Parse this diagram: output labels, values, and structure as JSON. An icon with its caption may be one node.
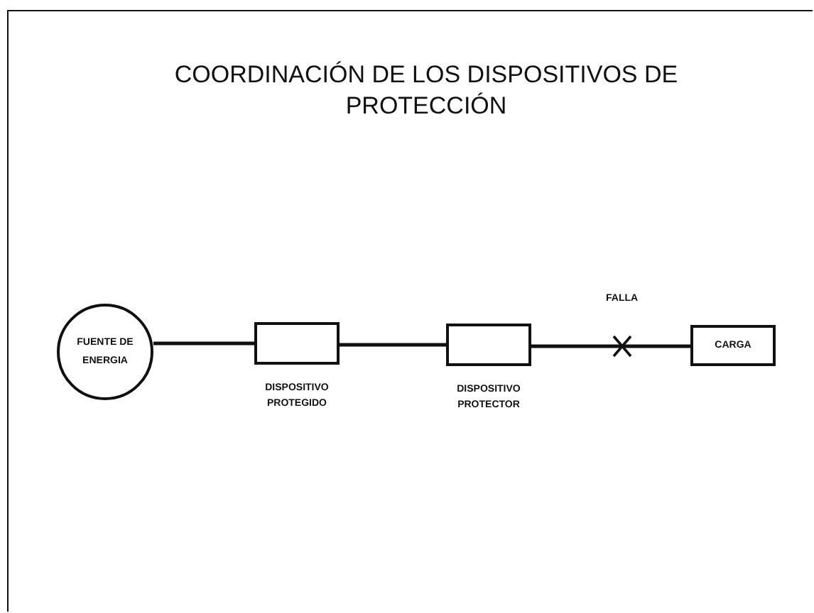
{
  "diagram": {
    "title": "COORDINACIÓN DE LOS DISPOSITIVOS DE PROTECCIÓN",
    "nodes": [
      {
        "text": [
          "FUENTE DE ENERGIA"
        ]
      },
      {
        "text": [],
        "shape": "box",
        "beside": [
          "DISPOSITIVO PROTEGIDO"
        ]
      },
      {
        "text": [],
        "shape": "box",
        "beside": [
          "DISPOSITIVO PROTECTOR"
        ]
      },
      {
        "text": [
          "CARGA"
        ]
      }
    ],
    "edges": [
      {
        "from": 0,
        "to": 1,
        "arrow": "none"
      },
      {
        "from": 1,
        "to": 2,
        "arrow": "none"
      },
      {
        "from": 2,
        "to": 3,
        "arrow": "none",
        "label": "FALLA"
      }
    ]
  }
}
